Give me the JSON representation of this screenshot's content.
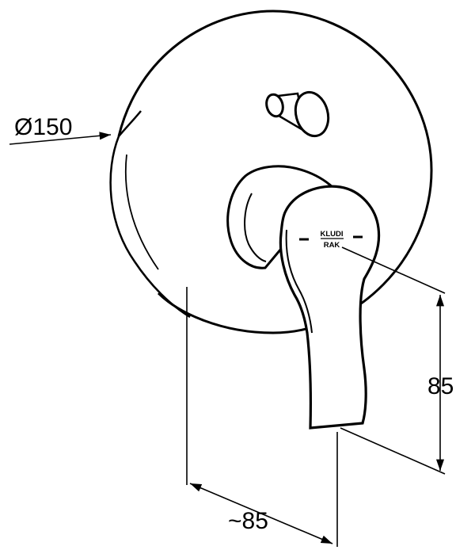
{
  "drawing": {
    "dimensions": {
      "diameter_label": "Ø150",
      "height_label": "85",
      "depth_label": "~85"
    },
    "branding": {
      "line1": "KLUDI",
      "line2": "RAK"
    },
    "colors": {
      "line": "#000000",
      "background": "#ffffff"
    }
  }
}
